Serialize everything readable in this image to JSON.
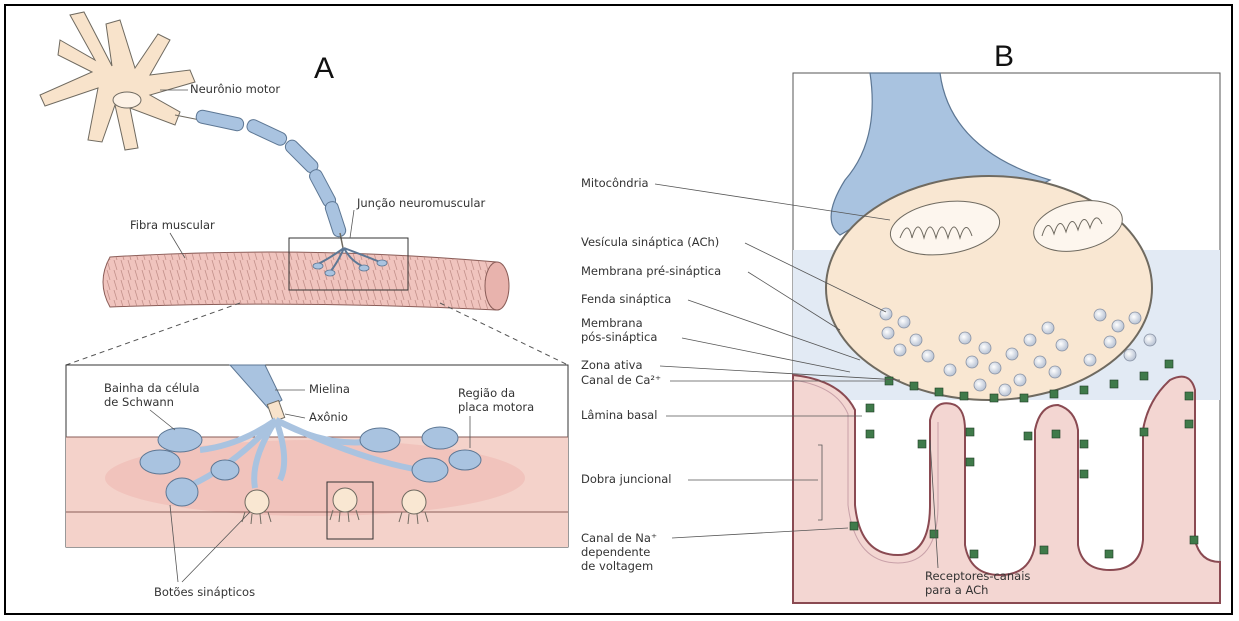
{
  "panel_a": {
    "title": "A",
    "labels": {
      "motor_neuron": "Neurônio motor",
      "neuromuscular_junction": "Junção neuromuscular",
      "muscle_fiber": "Fibra muscular",
      "schwann_sheath_1": "Bainha da célula",
      "schwann_sheath_2": "de Schwann",
      "myelin": "Mielina",
      "axon": "Axônio",
      "endplate_1": "Região da",
      "endplate_2": "placa motora",
      "boutons": "Botões sinápticos"
    }
  },
  "panel_b": {
    "title": "B",
    "labels": {
      "mitochondria": "Mitocôndria",
      "synaptic_vesicle": "Vesícula sináptica (ACh)",
      "presynaptic_membrane": "Membrana pré-sináptica",
      "synaptic_cleft": "Fenda sináptica",
      "postsynaptic_1": "Membrana",
      "postsynaptic_2": "pós-sináptica",
      "active_zone": "Zona ativa",
      "ca_channel": "Canal de Ca²⁺",
      "basal_lamina": "Lâmina basal",
      "junctional_fold": "Dobra juncional",
      "na_channel_1": "Canal de Na⁺",
      "na_channel_2": "dependente",
      "na_channel_3": "de voltagem",
      "ach_receptors_1": "Receptores-canais",
      "ach_receptors_2": "para a ACh"
    }
  },
  "colors": {
    "neuron": "#f8e3cb",
    "myelin": "#a9c3e0",
    "muscle": "#f0c4be",
    "terminal": "#f9e7d2",
    "cleft": "#d6e3f1",
    "channel": "#3f7a4a"
  }
}
